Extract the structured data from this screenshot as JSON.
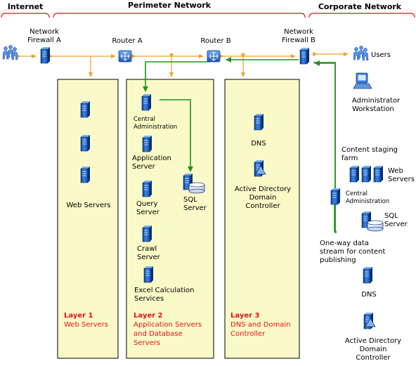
{
  "zones": {
    "internet": "Internet",
    "perimeter": "Perimeter Network",
    "corporate": "Corporate Network"
  },
  "devices": {
    "firewall_a": [
      "Network",
      "Firewall A"
    ],
    "router_a": "Router A",
    "router_b": "Router B",
    "firewall_b": [
      "Network",
      "Firewall B"
    ]
  },
  "corporate": {
    "users": "Users",
    "admin_workstation": [
      "Administrator",
      "Workstation"
    ]
  },
  "layer1": {
    "servers_label": "Web Servers",
    "title": "Layer 1",
    "subtitle": [
      "Web Servers"
    ]
  },
  "layer2": {
    "central_admin": [
      "Central",
      "Administration"
    ],
    "app_server": [
      "Application",
      "Server"
    ],
    "query_server": [
      "Query",
      "Server"
    ],
    "sql_server": [
      "SQL",
      "Server"
    ],
    "crawl_server": [
      "Crawl",
      "Server"
    ],
    "excel_services": [
      "Excel Calculation",
      "Services"
    ],
    "title": "Layer 2",
    "subtitle": [
      "Application Servers",
      "and Database",
      "Servers"
    ]
  },
  "layer3": {
    "dns": "DNS",
    "ad": [
      "Active Directory",
      "Domain",
      "Controller"
    ],
    "title": "Layer 3",
    "subtitle": [
      "DNS and Domain",
      "Controller"
    ]
  },
  "staging": {
    "farm_label": [
      "Content staging",
      "farm"
    ],
    "web_servers": [
      "Web",
      "Servers"
    ],
    "central_admin": [
      "Central",
      "Administration"
    ],
    "sql_server": [
      "SQL",
      "Server"
    ],
    "stream_label": [
      "One-way data",
      "stream for content",
      "publishing"
    ],
    "dns": "DNS",
    "ad": [
      "Active Directory",
      "Domain",
      "Controller"
    ]
  },
  "colors": {
    "layer_fill": "#fafac8",
    "zone_line": "#e8101a",
    "arrow_orange": "#f0a030",
    "arrow_green": "#209020",
    "server_blue": "#1f5fbf"
  }
}
